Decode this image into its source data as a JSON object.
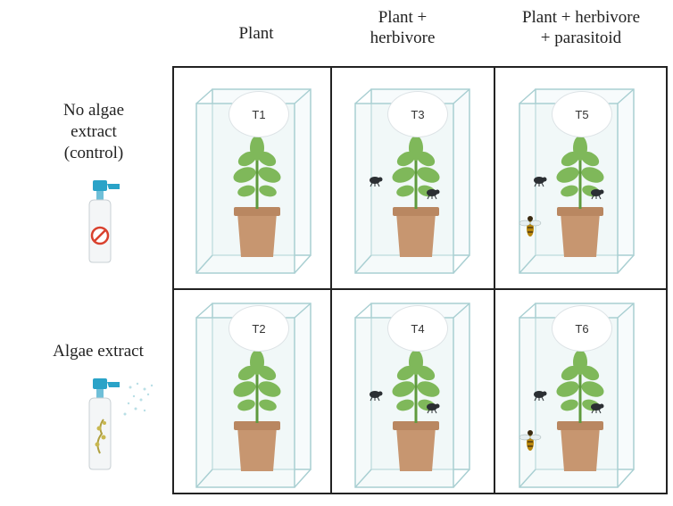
{
  "columns": [
    {
      "line1": "Plant",
      "line2": ""
    },
    {
      "line1": "Plant +",
      "line2": "herbivore"
    },
    {
      "line1": "Plant + herbivore",
      "line2": "+ parasitoid"
    }
  ],
  "rows": [
    {
      "line1": "No algae",
      "line2": "extract",
      "line3": "(control)",
      "bottle": "no-extract-spray-bottle"
    },
    {
      "line1": "Algae extract",
      "line2": "",
      "line3": "",
      "bottle": "algae-spray-bottle"
    }
  ],
  "treatments": [
    "T1",
    "T3",
    "T5",
    "T2",
    "T4",
    "T6"
  ],
  "colors": {
    "cage": "#a9cfd2",
    "cage_fill": "#e8f4f5",
    "pot": "#c79670",
    "leaf": "#7fb85a",
    "insect": "#2b2f33",
    "prohibited": "#d9412e",
    "bottle_cap": "#2aa3c8"
  }
}
